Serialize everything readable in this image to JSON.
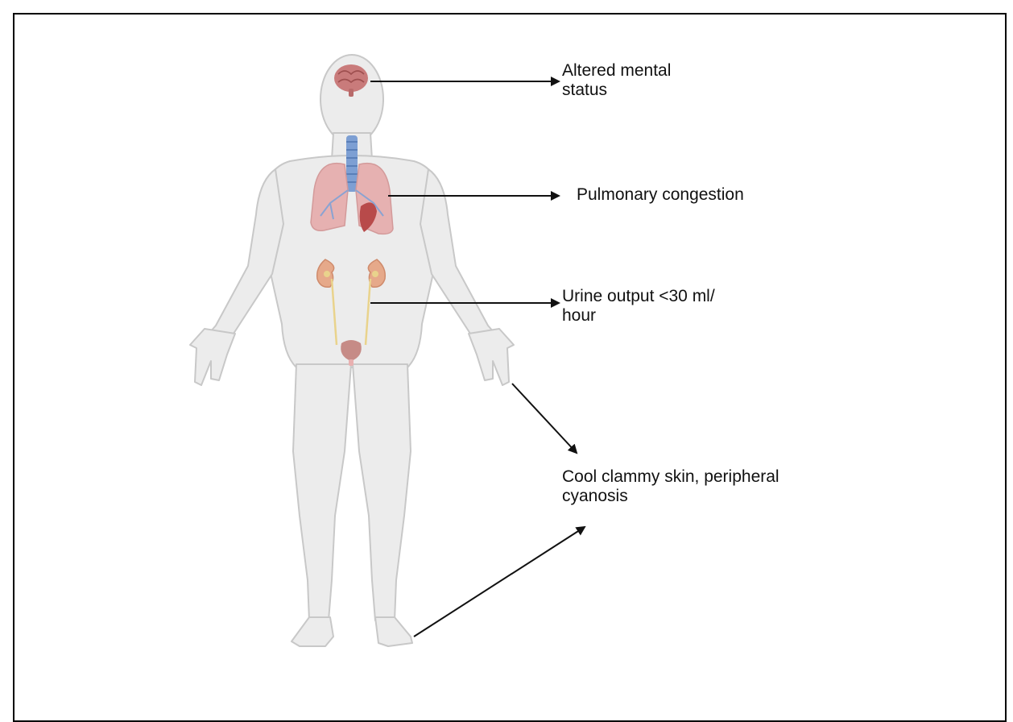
{
  "labels": {
    "mental": "Altered mental\nstatus",
    "pulmonary": "Pulmonary congestion",
    "urine": "Urine output <30 ml/\nhour",
    "skin": "Cool clammy skin, peripheral\ncyanosis"
  },
  "icons": [
    "brain-icon",
    "trachea-icon",
    "lungs-icon",
    "heart-icon",
    "kidneys-icon",
    "bladder-icon"
  ],
  "colors": {
    "body": "#ececec",
    "outline": "#c8c8c8",
    "brain": "#c97b7b",
    "lungs": "#e6b1b1",
    "trachea": "#7d9fd3",
    "heart": "#b84a4a",
    "kidney": "#e6a98a",
    "ureter": "#e9d38c",
    "bladder": "#c68b86",
    "arrow": "#111111"
  }
}
